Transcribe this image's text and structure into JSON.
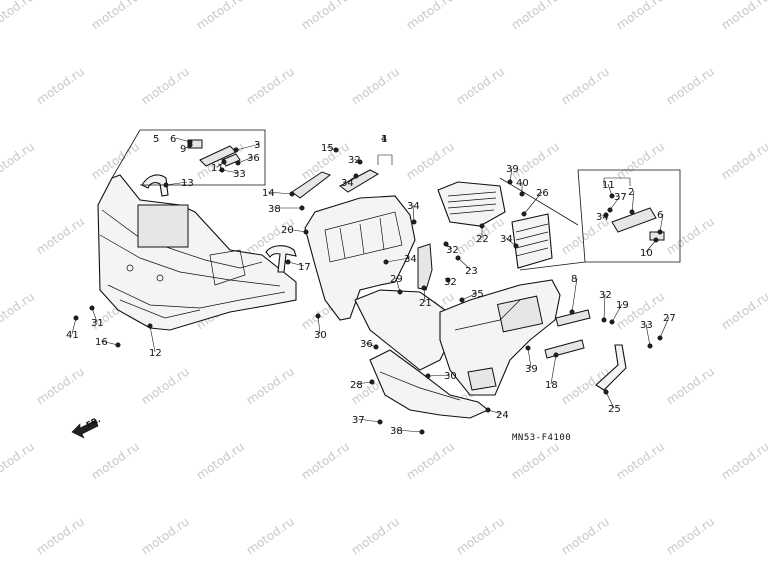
{
  "watermark": "motod.ru",
  "diagram_code": "MN53-F4100",
  "front_arrow_label": "FR.",
  "callouts": [
    "1",
    "2",
    "3",
    "4",
    "5",
    "6",
    "6",
    "8",
    "9",
    "10",
    "11",
    "11",
    "12",
    "13",
    "14",
    "15",
    "16",
    "17",
    "18",
    "19",
    "20",
    "21",
    "22",
    "23",
    "24",
    "25",
    "26",
    "27",
    "28",
    "29",
    "30",
    "30",
    "31",
    "32",
    "32",
    "32",
    "32",
    "33",
    "33",
    "34",
    "34",
    "34",
    "34",
    "34",
    "35",
    "36",
    "36",
    "37",
    "37",
    "38",
    "38",
    "39",
    "39",
    "40",
    "41"
  ]
}
